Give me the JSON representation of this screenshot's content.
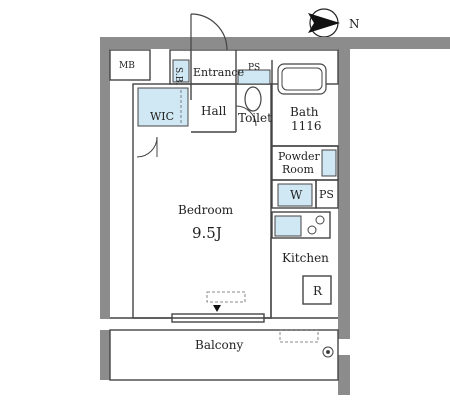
{
  "compass": {
    "label": "N"
  },
  "rooms": {
    "mb": "MB",
    "entrance": "Entrance",
    "shoes": "S.B.",
    "ps_top": "PS",
    "hall": "Hall",
    "toilet": "Toilet",
    "bath": "Bath",
    "bath_size": "1116",
    "wic": "WIC",
    "powder1": "Powder",
    "powder2": "Room",
    "washer": "W",
    "ps_mid": "PS",
    "bedroom": "Bedroom",
    "bedroom_size": "9.5J",
    "kitchen": "Kitchen",
    "fridge": "R",
    "balcony": "Balcony"
  },
  "colors": {
    "wall": "#8c8c8c",
    "line": "#444444",
    "accent": "#cfe8f3"
  }
}
